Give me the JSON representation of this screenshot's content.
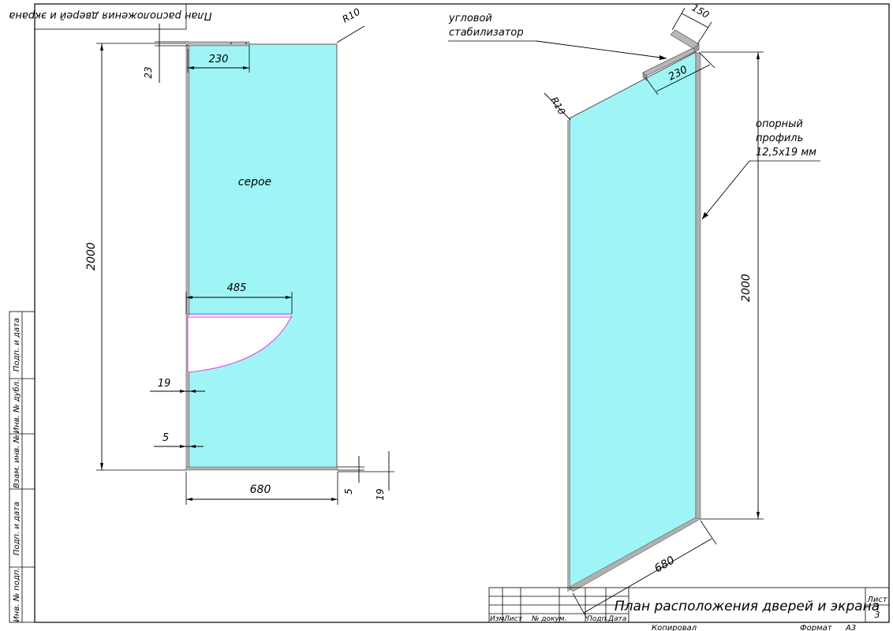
{
  "drawing": {
    "mirrored_title": "План расположения дверей и экрана",
    "corner_radius_left": "R10",
    "corner_radius_right": "R10",
    "fill_label": "серое",
    "dim_230_left": "230",
    "dim_23": "23",
    "dim_2000_left": "2000",
    "dim_485": "485",
    "dim_19_left": "19",
    "dim_5_left": "5",
    "dim_680_left": "680",
    "dim_5_right": "5",
    "dim_19_right": "19",
    "label_stabilizer_1": "угловой",
    "label_stabilizer_2": "стабилизатор",
    "dim_150": "150",
    "dim_230_right": "230",
    "label_profile_1": "опорный",
    "label_profile_2": "профиль",
    "label_profile_3": "12,5х19 мм",
    "dim_2000_right": "2000",
    "dim_680_right": "680",
    "glass_color": "#9ff5f5",
    "arc_color": "#e040e0"
  },
  "side_stamp": {
    "cells": [
      "Подп. и дата",
      "Инв. № дубл.",
      "Взам. инв. №",
      "Подп. и дата",
      "Инв. № подп."
    ]
  },
  "title_block": {
    "headers": [
      "Изм.",
      "Лист",
      "№ докум.",
      "Подп.",
      "Дата"
    ],
    "title": "План расположения дверей и экрана",
    "sheet_label": "Лист",
    "sheet_number": "3",
    "copied": "Копировал",
    "format": "Формат",
    "format_value": "А3"
  }
}
